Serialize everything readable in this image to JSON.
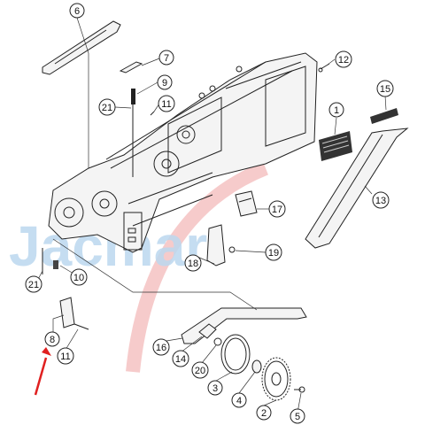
{
  "watermark": {
    "text": "Jacmar",
    "text_color": "#bcd8ef",
    "swoosh_color": "#f3b9b9"
  },
  "arrow_color": "#e02020",
  "callouts": [
    {
      "id": "c1",
      "label": "1"
    },
    {
      "id": "c2",
      "label": "2"
    },
    {
      "id": "c3",
      "label": "3"
    },
    {
      "id": "c4",
      "label": "4"
    },
    {
      "id": "c5",
      "label": "5"
    },
    {
      "id": "c6",
      "label": "6"
    },
    {
      "id": "c7",
      "label": "7"
    },
    {
      "id": "c8",
      "label": "8"
    },
    {
      "id": "c9",
      "label": "9"
    },
    {
      "id": "c10",
      "label": "10"
    },
    {
      "id": "c11a",
      "label": "11"
    },
    {
      "id": "c11b",
      "label": "11"
    },
    {
      "id": "c12",
      "label": "12"
    },
    {
      "id": "c13",
      "label": "13"
    },
    {
      "id": "c14",
      "label": "14"
    },
    {
      "id": "c15",
      "label": "15"
    },
    {
      "id": "c16",
      "label": "16"
    },
    {
      "id": "c17",
      "label": "17"
    },
    {
      "id": "c18",
      "label": "18"
    },
    {
      "id": "c19",
      "label": "19"
    },
    {
      "id": "c20",
      "label": "20"
    },
    {
      "id": "c21a",
      "label": "21"
    },
    {
      "id": "c21b",
      "label": "21"
    }
  ]
}
